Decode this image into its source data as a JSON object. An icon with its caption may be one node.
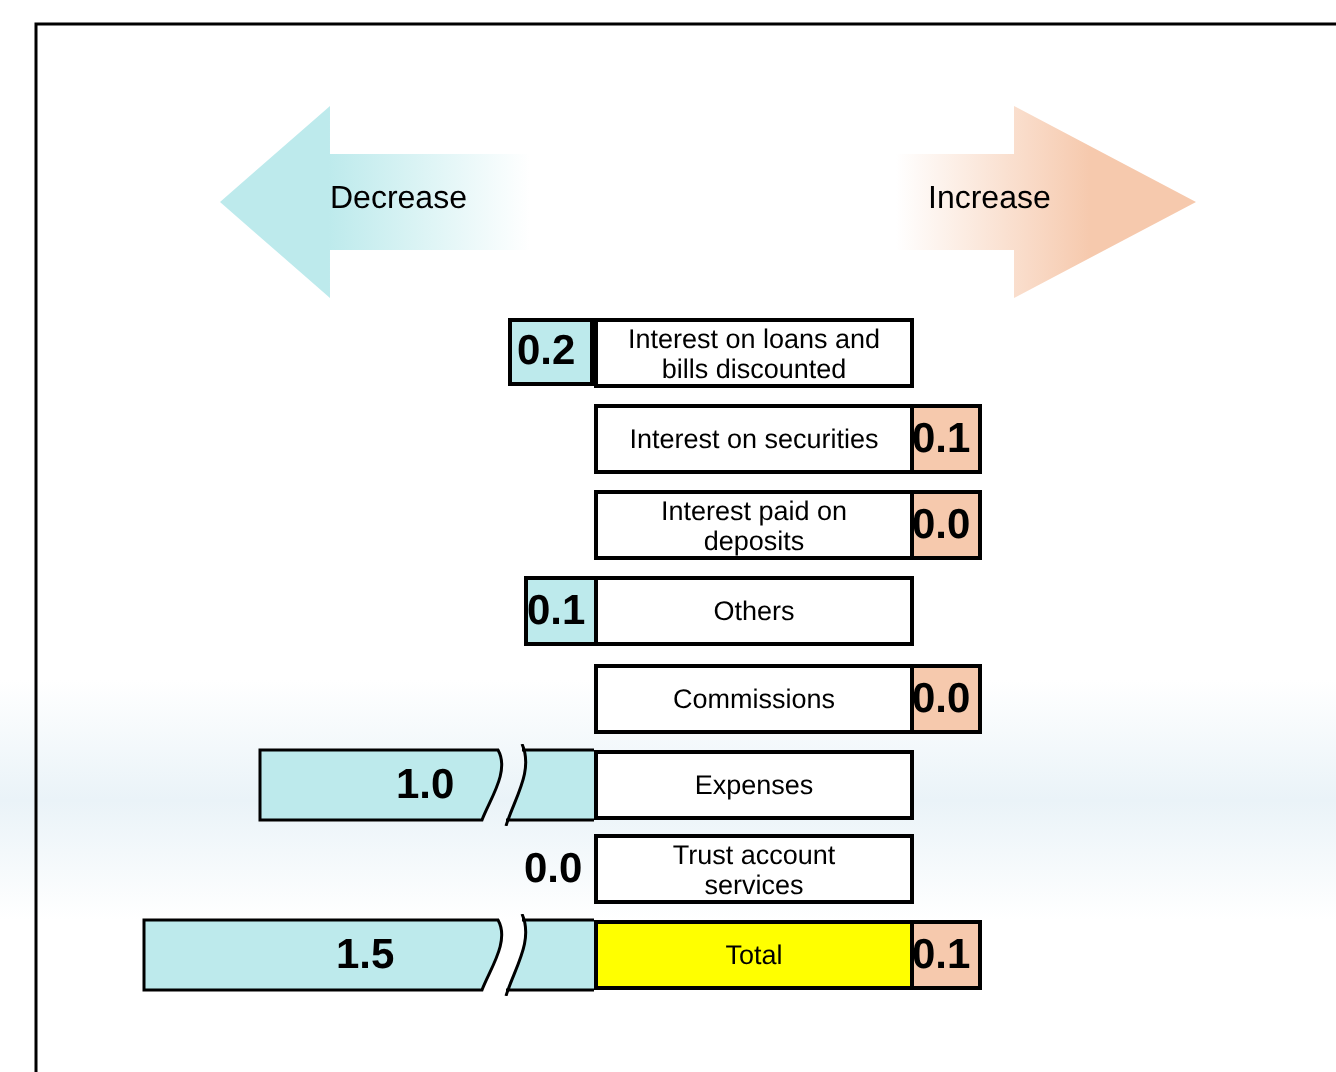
{
  "diagram": {
    "nodes": [
      {
        "text": [
          "Decrease"
        ]
      },
      {
        "text": [
          "Increase"
        ]
      },
      {
        "text": [
          "0.2"
        ]
      },
      {
        "text": [
          "Interest on loans and bills discounted"
        ]
      },
      {
        "text": [
          "Interest on securities"
        ]
      },
      {
        "text": [
          "0.1"
        ]
      },
      {
        "text": [
          "Interest paid on deposits"
        ]
      },
      {
        "text": [
          "0.0"
        ]
      },
      {
        "text": [
          "0.1"
        ]
      },
      {
        "text": [
          "Others"
        ]
      },
      {
        "text": [
          "Commissions"
        ]
      },
      {
        "text": [
          "0.0"
        ]
      },
      {
        "text": [
          "1.0"
        ]
      },
      {
        "text": [
          "Expenses"
        ]
      },
      {
        "text": [
          "Trust account services"
        ]
      },
      {
        "text": [
          "1.5"
        ]
      },
      {
        "text": [
          "Total"
        ]
      },
      {
        "text": [
          "0.1"
        ]
      }
    ],
    "edges": [],
    "labels": [
      "0.0"
    ]
  }
}
